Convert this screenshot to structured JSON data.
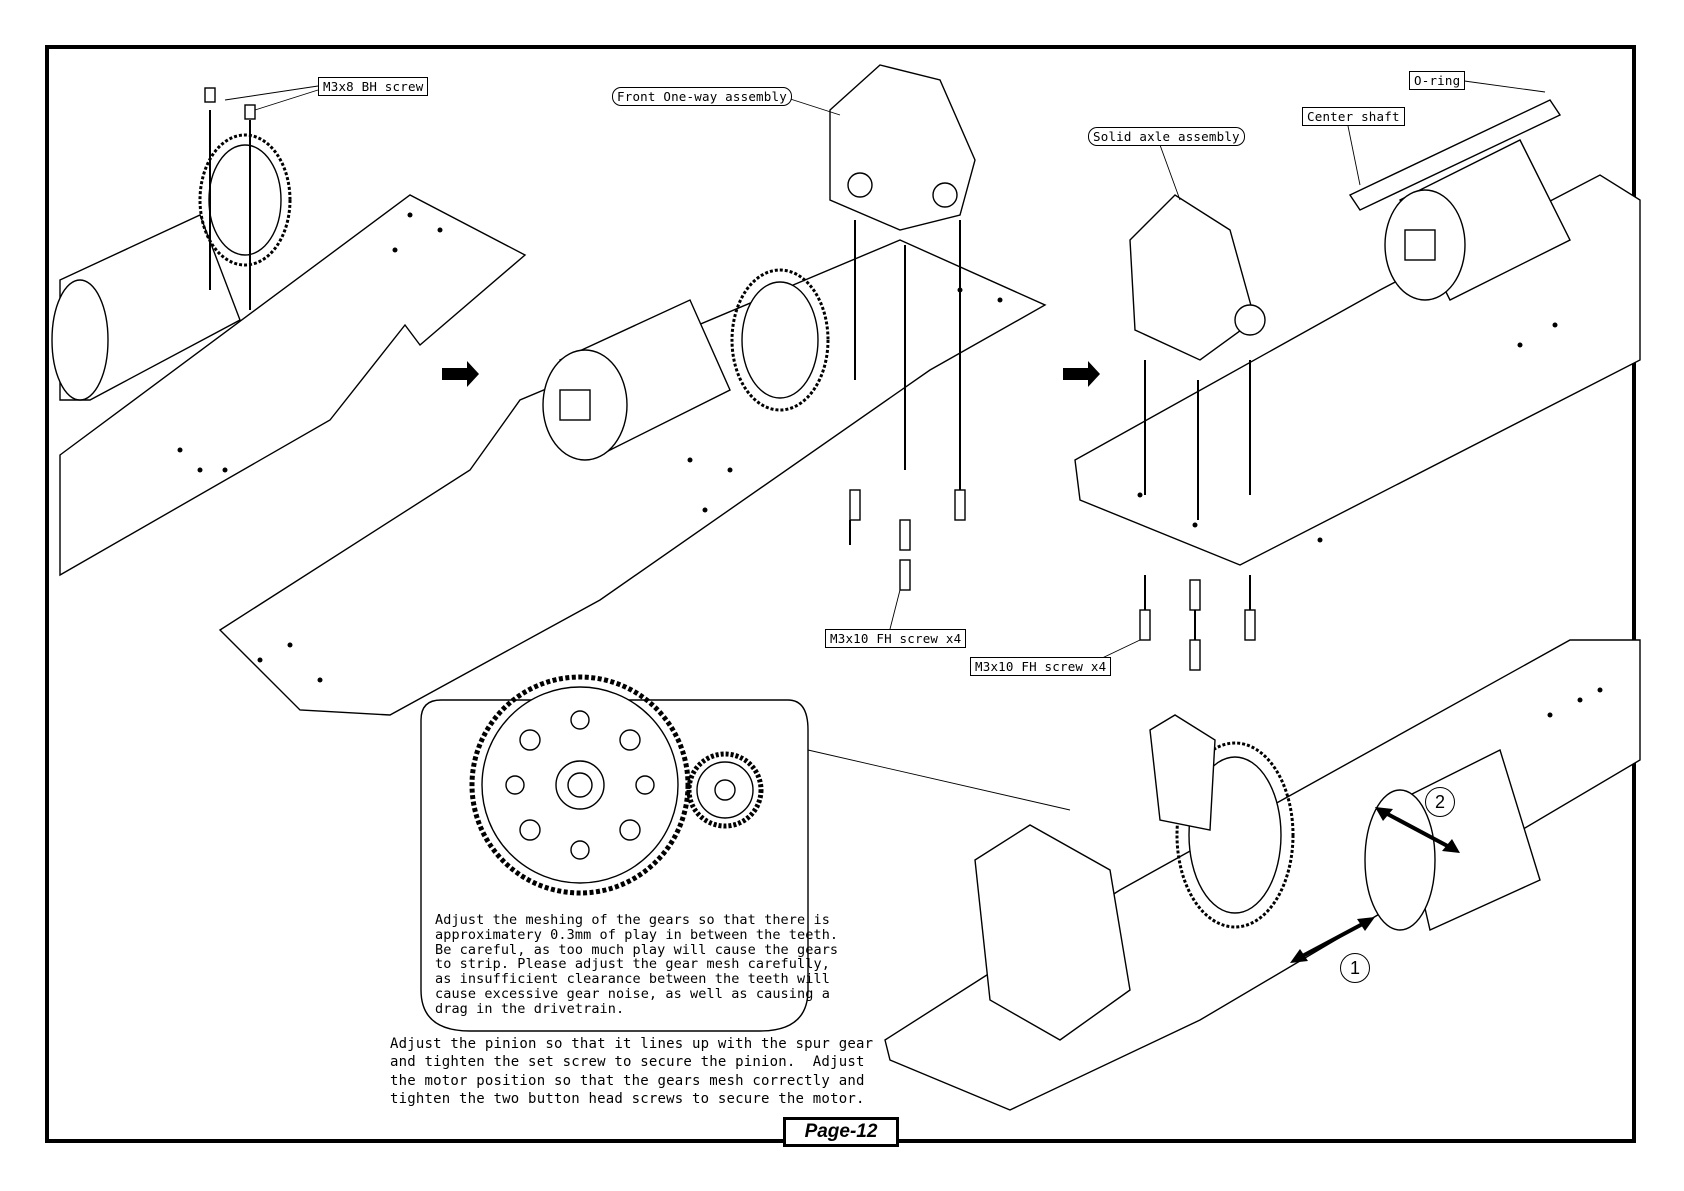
{
  "labels": {
    "m3x8_bh_screw": "M3x8 BH screw",
    "front_oneway": "Front One-way assembly",
    "solid_axle": "Solid axle assembly",
    "center_shaft": "Center shaft",
    "o_ring": "O-ring",
    "m3x10_fh_a": "M3x10 FH screw x4",
    "m3x10_fh_b": "M3x10 FH screw x4"
  },
  "callout_text": "Adjust the meshing of the gears so that there is\napproximatery 0.3mm of play in between the teeth.\nBe careful, as too much play will cause the gears\nto strip. Please adjust the gear mesh carefully,\nas insufficient clearance between the teeth will\ncause excessive gear noise, as well as causing a\ndrag in the drivetrain.",
  "instruction_text": "Adjust the pinion so that it lines up with the spur gear\nand tighten the set screw to secure the pinion.  Adjust\nthe motor position so that the gears mesh correctly and\ntighten the two button head screws to secure the motor.",
  "step_markers": {
    "one": "1",
    "two": "2"
  },
  "page_label": "Page-12"
}
